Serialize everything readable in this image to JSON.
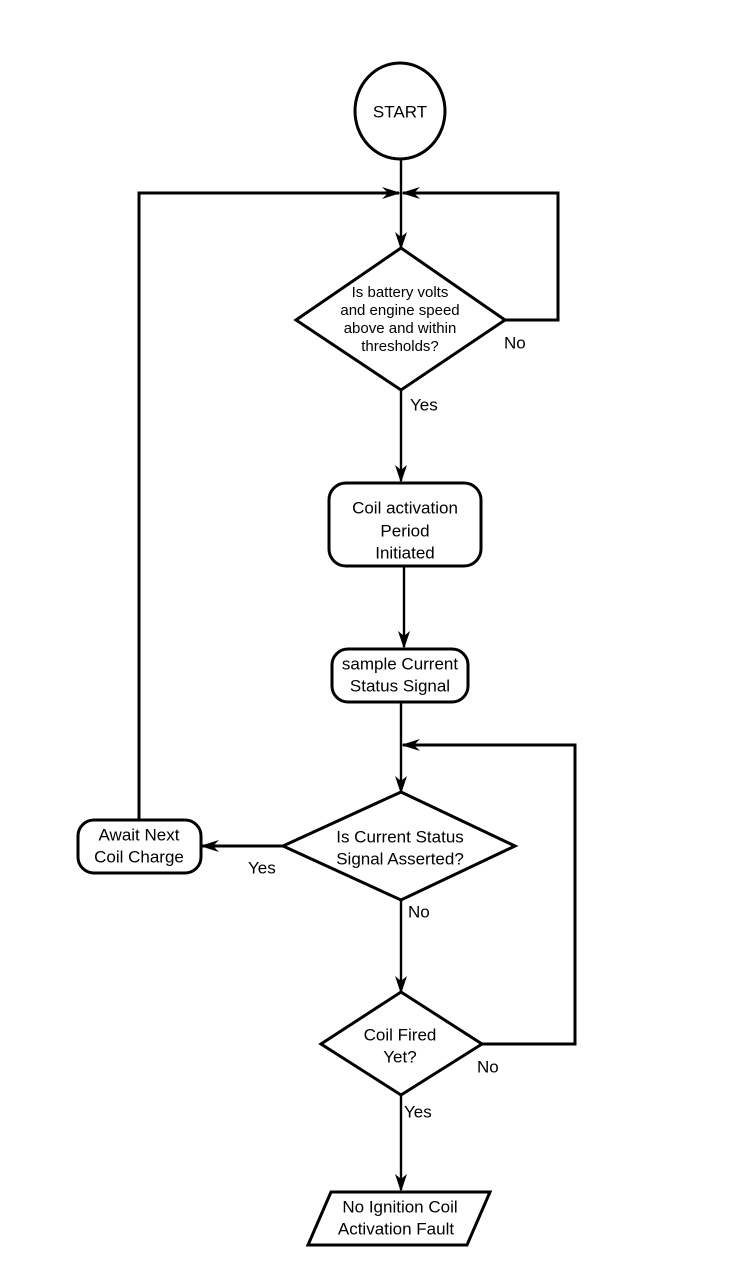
{
  "diagram": {
    "title": "Ignition Coil Activation Fault Detection Flowchart",
    "type": "flowchart",
    "background_color": "#ffffff",
    "line_color": "#000000",
    "nodes": [
      {
        "id": "start",
        "shape": "circle",
        "label": "START",
        "lines": [
          "START"
        ]
      },
      {
        "id": "check-conditions",
        "shape": "diamond",
        "label": "Is battery volts and engine speed above and within thresholds?",
        "lines": [
          "Is battery volts",
          "and engine speed",
          "above and within",
          "thresholds?"
        ]
      },
      {
        "id": "coil-activation",
        "shape": "rounded-rect",
        "label": "Coil activation Period Initiated",
        "lines": [
          "Coil activation",
          "Period",
          "Initiated"
        ]
      },
      {
        "id": "sample-signal",
        "shape": "rounded-rect",
        "label": "sample Current Status Signal",
        "lines": [
          "sample Current",
          "Status Signal"
        ]
      },
      {
        "id": "signal-asserted",
        "shape": "diamond",
        "label": "Is Current Status Signal Asserted?",
        "lines": [
          "Is Current Status",
          "Signal Asserted?"
        ]
      },
      {
        "id": "await-next",
        "shape": "rounded-rect",
        "label": "Await Next Coil Charge",
        "lines": [
          "Await Next",
          "Coil Charge"
        ]
      },
      {
        "id": "coil-fired",
        "shape": "diamond",
        "label": "Coil Fired Yet?",
        "lines": [
          "Coil Fired",
          "Yet?"
        ]
      },
      {
        "id": "fault-output",
        "shape": "parallelogram",
        "label": "No Ignition Coil Activation Fault",
        "lines": [
          "No Ignition Coil",
          "Activation Fault"
        ]
      }
    ],
    "edge_labels": {
      "conditions_no": "No",
      "conditions_yes": "Yes",
      "asserted_yes": "Yes",
      "asserted_no": "No",
      "fired_no": "No",
      "fired_yes": "Yes"
    }
  }
}
